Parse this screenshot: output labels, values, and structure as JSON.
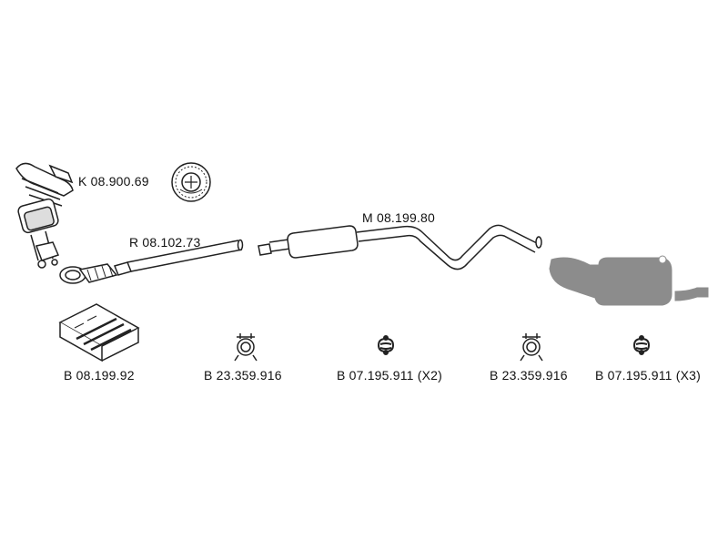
{
  "diagram": {
    "parts": [
      {
        "id": "manifold-catalyst",
        "code": "K 08.900.69"
      },
      {
        "id": "front-pipe",
        "code": "R 08.102.73"
      },
      {
        "id": "middle-silencer",
        "code": "M 08.199.80"
      },
      {
        "id": "rear-silencer",
        "code": ""
      }
    ],
    "hardware": [
      {
        "id": "mounting-kit",
        "code": "B 08.199.92"
      },
      {
        "id": "clamp-1",
        "code": "B 23.359.916"
      },
      {
        "id": "rubber-ring-1",
        "code": "B 07.195.911 (X2)"
      },
      {
        "id": "clamp-2",
        "code": "B 23.359.916"
      },
      {
        "id": "rubber-ring-2",
        "code": "B 07.195.911 (X3)"
      }
    ],
    "colors": {
      "line": "#222222",
      "silencer": "#8c8c8c",
      "fill": "#ffffff"
    },
    "icons": [
      "certification-seal-icon",
      "exhaust-manifold-catalyst-icon",
      "front-pipe-icon",
      "middle-silencer-pipe-icon",
      "rear-silencer-icon",
      "mounting-kit-box-icon",
      "clamp-icon",
      "rubber-ring-icon"
    ]
  }
}
